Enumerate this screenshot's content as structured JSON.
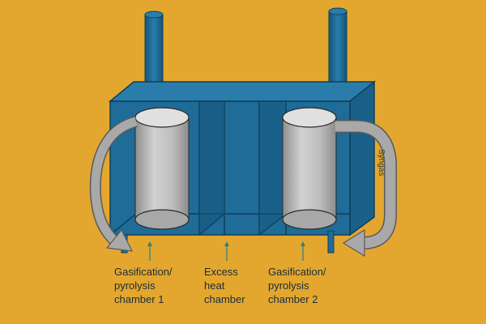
{
  "colors": {
    "background": "#E3A72F",
    "unit_blue": "#1E6C97",
    "unit_blue_dark": "#15547A",
    "unit_blue_light": "#2A7DAB",
    "cylinder_gray": "#BDBDBD",
    "arrow_gray": "#A9A9A9",
    "pointer_teal": "#2E7F86"
  },
  "labels": {
    "chamber_1": [
      "Gasification/",
      "pyrolysis",
      "chamber 1"
    ],
    "excess": [
      "Excess",
      "heat",
      "chamber"
    ],
    "chamber_2": [
      "Gasification/",
      "pyrolysis",
      "chamber 2"
    ],
    "syngas": "Syngas"
  }
}
